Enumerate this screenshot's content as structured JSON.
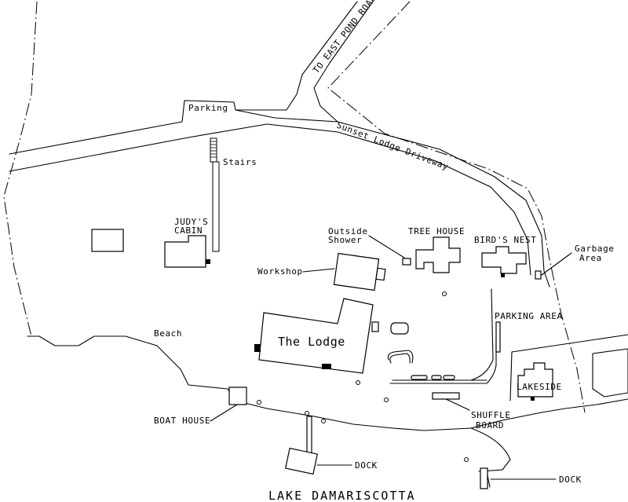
{
  "map": {
    "lake_label": "LAKE DAMARISCOTTA",
    "road_label": "TO EAST POND ROAD",
    "driveway_label": "Sunset Lodge Driveway",
    "features": {
      "parking": "Parking",
      "stairs": "Stairs",
      "judys_cabin_line1": "JUDY'S",
      "judys_cabin_line2": "CABIN",
      "outside_shower_line1": "Outside",
      "outside_shower_line2": "Shower",
      "tree_house": "TREE HOUSE",
      "birds_nest": "BIRD'S NEST",
      "garbage_line1": "Garbage",
      "garbage_line2": "Area",
      "workshop": "Workshop",
      "lodge": "The Lodge",
      "parking_area": "PARKING AREA",
      "beach": "Beach",
      "lakeside": "LAKESIDE",
      "shuffle_line1": "SHUFFLE",
      "shuffle_line2": "BOARD",
      "boat_house": "BOAT HOUSE",
      "dock_left": "DOCK",
      "dock_right": "DOCK"
    }
  }
}
